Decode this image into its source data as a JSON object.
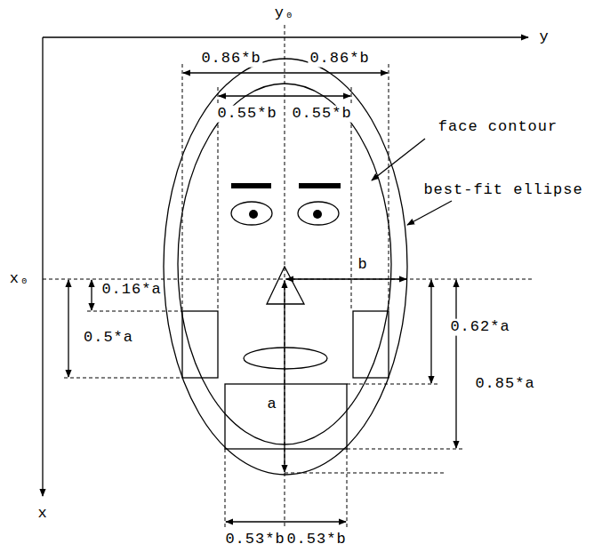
{
  "diagram": {
    "labels": [
      "y₀",
      "y",
      "0.86*b",
      "0.86*b",
      "0.55*b",
      "0.55*b",
      "face contour",
      "best-fit ellipse",
      "x₀",
      "b",
      "0.16*a",
      "0.5*a",
      "0.62*a",
      "0.85*a",
      "a",
      "x",
      "0.53*b",
      "0.53*b"
    ]
  }
}
